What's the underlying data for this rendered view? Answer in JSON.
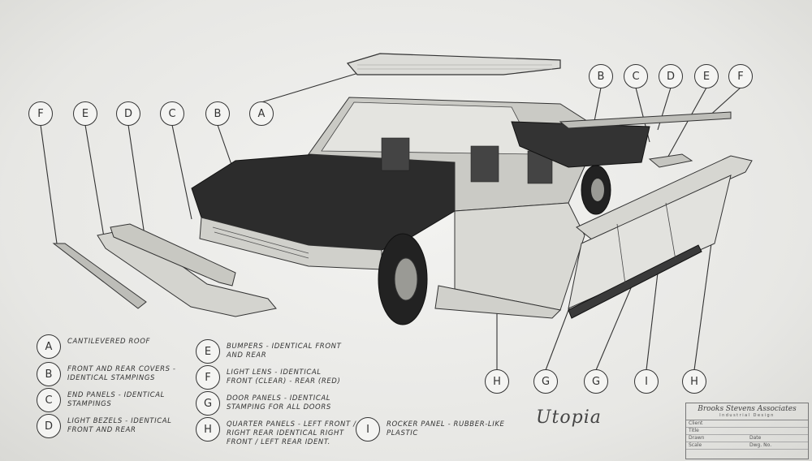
{
  "callouts_top": [
    "F",
    "E",
    "D",
    "C",
    "B",
    "A",
    "B",
    "C",
    "D",
    "E",
    "F"
  ],
  "callouts_bottom": [
    "H",
    "G",
    "G",
    "I",
    "H"
  ],
  "legend": [
    {
      "letter": "A",
      "text": "Cantilevered roof"
    },
    {
      "letter": "B",
      "text": "Front and rear covers - identical stampings"
    },
    {
      "letter": "C",
      "text": "End panels - identical stampings"
    },
    {
      "letter": "D",
      "text": "Light bezels - identical front and rear"
    },
    {
      "letter": "E",
      "text": "Bumpers - identical front and rear"
    },
    {
      "letter": "F",
      "text": "Light lens - identical front (clear) - rear (red)"
    },
    {
      "letter": "G",
      "text": "Door panels - identical stamping for all doors"
    },
    {
      "letter": "H",
      "text": "Quarter panels - left front / right rear identical right front / left rear ident."
    },
    {
      "letter": "I",
      "text": "Rocker panel - rubber-like plastic"
    }
  ],
  "signature": "Utopia",
  "title_block": {
    "firm": "Brooks Stevens Associates",
    "subtitle": "Industrial Design",
    "rows": [
      {
        "left": "Client",
        "right": ""
      },
      {
        "left": "Title",
        "right": ""
      },
      {
        "left": "Drawn",
        "right": "Date"
      },
      {
        "left": "Scale",
        "right": "Dwg. No."
      }
    ]
  },
  "colors": {
    "paper": "#e9e9e6",
    "ink": "#333333",
    "body_dark": "#2c2c2c"
  }
}
